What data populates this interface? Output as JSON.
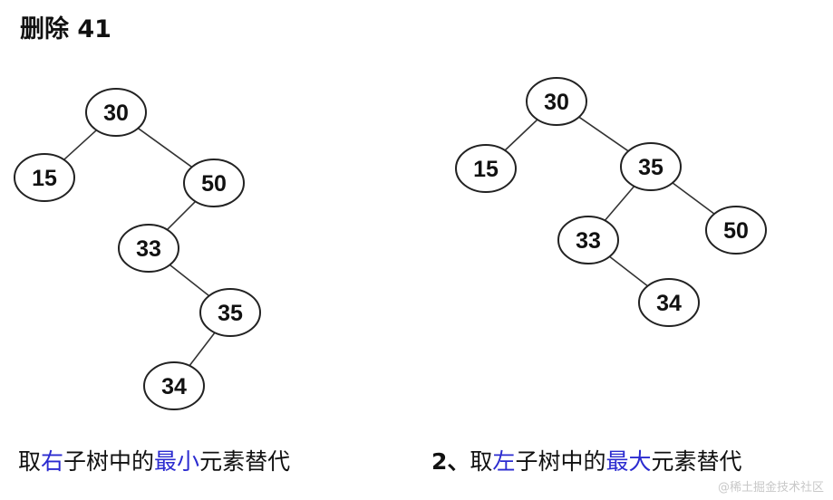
{
  "title": "删除 41",
  "trees": [
    {
      "id": "left",
      "nodes": [
        {
          "id": "l30",
          "label": "30"
        },
        {
          "id": "l15",
          "label": "15"
        },
        {
          "id": "l50",
          "label": "50"
        },
        {
          "id": "l33",
          "label": "33"
        },
        {
          "id": "l35",
          "label": "35"
        },
        {
          "id": "l34",
          "label": "34"
        }
      ],
      "edges": [
        [
          "l30",
          "l15"
        ],
        [
          "l30",
          "l50"
        ],
        [
          "l50",
          "l33"
        ],
        [
          "l33",
          "l35"
        ],
        [
          "l35",
          "l34"
        ]
      ]
    },
    {
      "id": "right",
      "nodes": [
        {
          "id": "r30",
          "label": "30"
        },
        {
          "id": "r15",
          "label": "15"
        },
        {
          "id": "r35",
          "label": "35"
        },
        {
          "id": "r33",
          "label": "33"
        },
        {
          "id": "r50",
          "label": "50"
        },
        {
          "id": "r34",
          "label": "34"
        }
      ],
      "edges": [
        [
          "r30",
          "r15"
        ],
        [
          "r30",
          "r35"
        ],
        [
          "r35",
          "r33"
        ],
        [
          "r35",
          "r50"
        ],
        [
          "r33",
          "r34"
        ]
      ]
    }
  ],
  "captions": {
    "left": {
      "p1": "取",
      "h1": "右",
      "p2": "子树中的",
      "h2": "最小",
      "p3": "元素替代"
    },
    "right": {
      "num": "2、",
      "p1": "取",
      "h1": "左",
      "p2": "子树中的",
      "h2": "最大",
      "p3": "元素替代"
    }
  },
  "watermark": "@稀土掘金技术社区",
  "colors": {
    "highlight": "#2b2bd0",
    "text": "#111111",
    "node_stroke": "#222222"
  }
}
